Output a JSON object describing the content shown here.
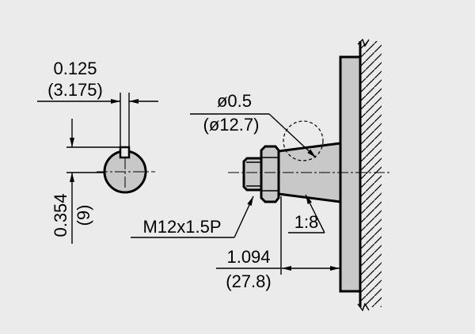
{
  "drawing": {
    "keyway_width": {
      "inch": "0.125",
      "mm": "(3.175)"
    },
    "keyway_height": {
      "inch": "0.354",
      "mm": "(9)"
    },
    "shaft_diameter": {
      "inch": "ø0.5",
      "mm": "(ø12.7)"
    },
    "thread_spec": "M12x1.5P",
    "taper_ratio": "1:8",
    "shaft_length": {
      "inch": "1.094",
      "mm": "(27.8)"
    }
  },
  "colors": {
    "background": "#ebebeb",
    "ink": "#000000",
    "part_fill": "#c8c8c8"
  }
}
